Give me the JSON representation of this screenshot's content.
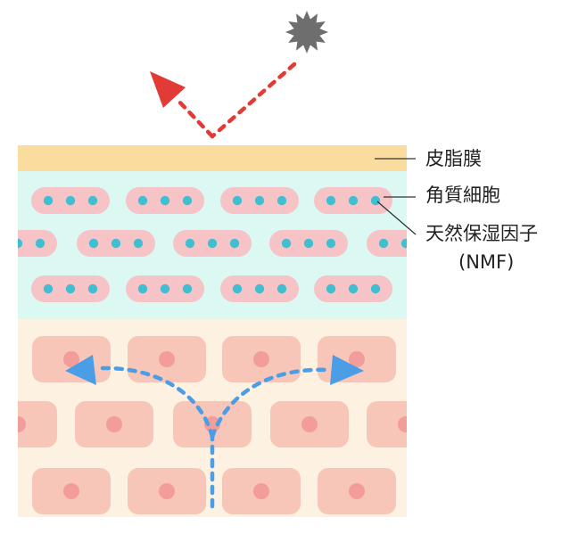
{
  "labels": {
    "sebum_membrane": "皮脂膜",
    "corneocytes": "角質細胞",
    "nmf_line1": "天然保湿因子",
    "nmf_line2": "(NMF)"
  },
  "colors": {
    "sebum": "#fbdc9f",
    "stratum_corneum_bg": "#dcf8f3",
    "corneocyte": "#f6c3c7",
    "nmf_dot": "#40bed2",
    "epidermis_bg": "#fdf1e1",
    "living_cell": "#f8c6b8",
    "nucleus": "#f39d9a",
    "threat_arrow": "#e23a35",
    "threat_icon": "#6e6e6e",
    "moisture_arrow": "#4b9de6",
    "leader_line": "#333333"
  },
  "icons": {
    "irritant": "starburst-icon",
    "reflect_arrow": "arrow-red-icon",
    "moisture_arrow": "arrow-blue-icon"
  }
}
